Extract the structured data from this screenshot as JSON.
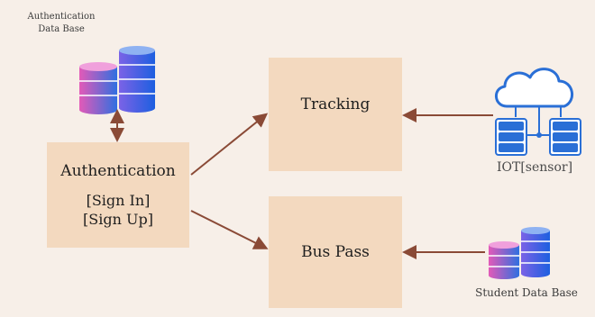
{
  "labels": {
    "auth_db": [
      "Authentication",
      "Data Base"
    ],
    "iot": "IOT[sensor]",
    "student_db": "Student Data Base"
  },
  "boxes": {
    "authentication": {
      "title": "Authentication",
      "lines": [
        "[Sign In]",
        "[Sign Up]"
      ]
    },
    "tracking": {
      "title": "Tracking"
    },
    "bus_pass": {
      "title": "Bus Pass"
    }
  },
  "icons": [
    "database-icon",
    "cloud-icon"
  ],
  "colors": {
    "background": "#f7efe8",
    "box_fill": "#f3d9bf",
    "arrow": "#8a4a36",
    "db_blue": "#2f6fe0",
    "db_pink": "#e35ab8",
    "cloud_stroke": "#2a6fd6"
  }
}
